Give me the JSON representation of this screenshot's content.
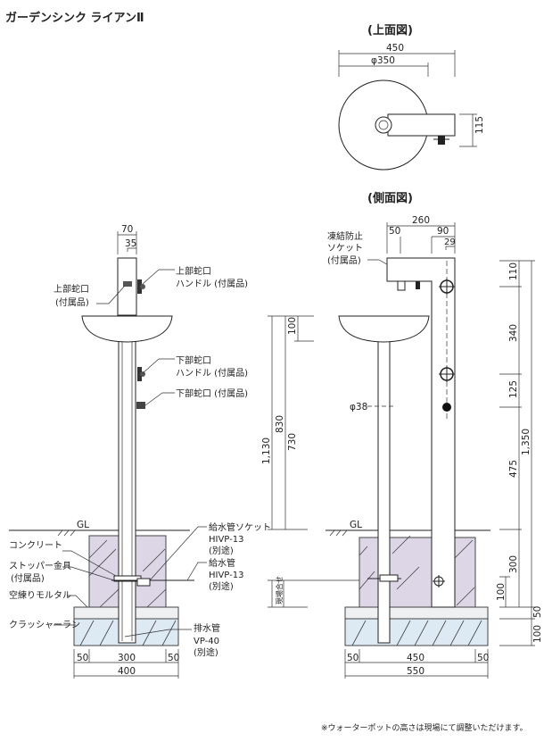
{
  "title": "ガーデンシンク ライアンⅡ",
  "top_view": {
    "heading": "(上面図)",
    "dim_width": "450",
    "dim_bowl": "φ350",
    "dim_depth": "115"
  },
  "front_view": {
    "dim_top_70": "70",
    "dim_top_35": "35",
    "upper_faucet": [
      "上部蛇口",
      "(付属品)"
    ],
    "upper_handle": [
      "上部蛇口",
      "ハンドル (付属品)"
    ],
    "lower_handle": [
      "下部蛇口",
      "ハンドル (付属品)"
    ],
    "lower_faucet": "下部蛇口 (付属品)",
    "gl": "GL",
    "concrete": "コンクリート",
    "stopper": [
      "ストッパー金具",
      "(付属品)"
    ],
    "mortar": "空練りモルタル",
    "crusher_run": "クラッシャーラン",
    "supply_socket": [
      "給水管ソケット",
      "HIVP-13",
      "(別途)"
    ],
    "supply_pipe": [
      "給水管",
      "HIVP-13",
      "(別途)"
    ],
    "drain_pipe": [
      "排水管",
      "VP-40",
      "(別途)"
    ],
    "dims_bottom": [
      "50",
      "300",
      "50"
    ],
    "dim_total": "400"
  },
  "side_view": {
    "heading": "(側面図)",
    "dim_260": "260",
    "dim_50": "50",
    "dim_90": "90",
    "dim_29": "29",
    "antifreeze_socket": [
      "凍結防止",
      "ソケット",
      "(付属品)"
    ],
    "pipe_dia": "φ38",
    "left_dims": {
      "total": "1,130",
      "d830": "830",
      "d730": "730",
      "d100": "100"
    },
    "site_adjust": "現場合せ",
    "gl": "GL",
    "right_dims": [
      "110",
      "340",
      "125",
      "475",
      "300"
    ],
    "dim_100_low": "100",
    "dim_1350": "1,350",
    "dim_50_base": "50",
    "dim_100_base": "100",
    "dims_bottom": [
      "50",
      "450",
      "50"
    ],
    "dim_total": "550"
  },
  "note": "※ウォーターポットの高さは現場にて調整いただけます。"
}
